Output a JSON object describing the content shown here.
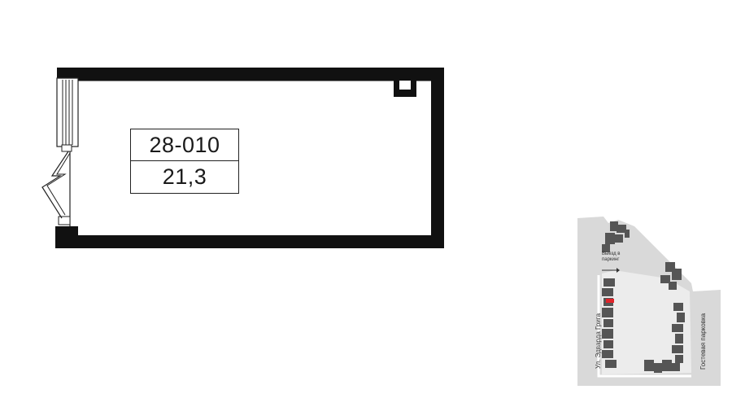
{
  "unit": {
    "number": "28-010",
    "area": "21,3"
  },
  "site_plan": {
    "street_west": "Ул. Эдварда Грига",
    "street_east": "Гостевая парковка",
    "exit_label": "Выезд в паркинг",
    "highlight_color": "#e0242a"
  }
}
